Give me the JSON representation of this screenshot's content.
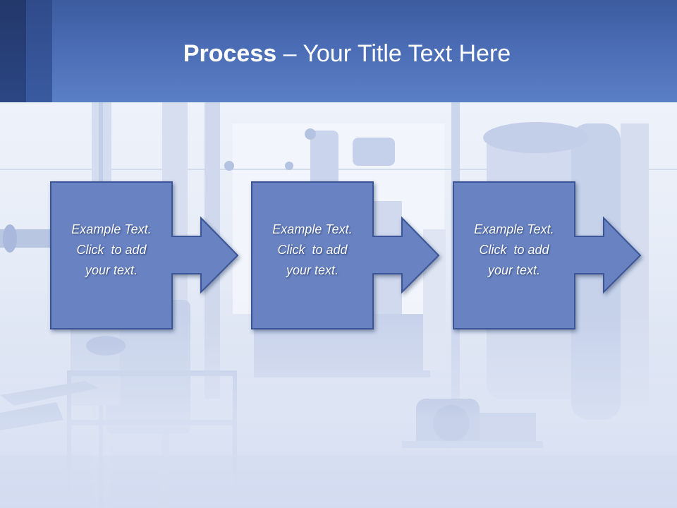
{
  "slide": {
    "title_bold": "Process",
    "title_rest": " – Your Title Text Here"
  },
  "steps": [
    {
      "line1": "Example Text.",
      "line2": "Click  to add",
      "line3": "your text."
    },
    {
      "line1": "Example Text.",
      "line2": "Click  to add",
      "line3": "your text."
    },
    {
      "line1": "Example Text.",
      "line2": "Click  to add",
      "line3": "your text."
    }
  ],
  "colors": {
    "header": "#4a6cb4",
    "box_fill": "#6782c2",
    "box_border": "#3b5596",
    "text": "#ffffff"
  }
}
